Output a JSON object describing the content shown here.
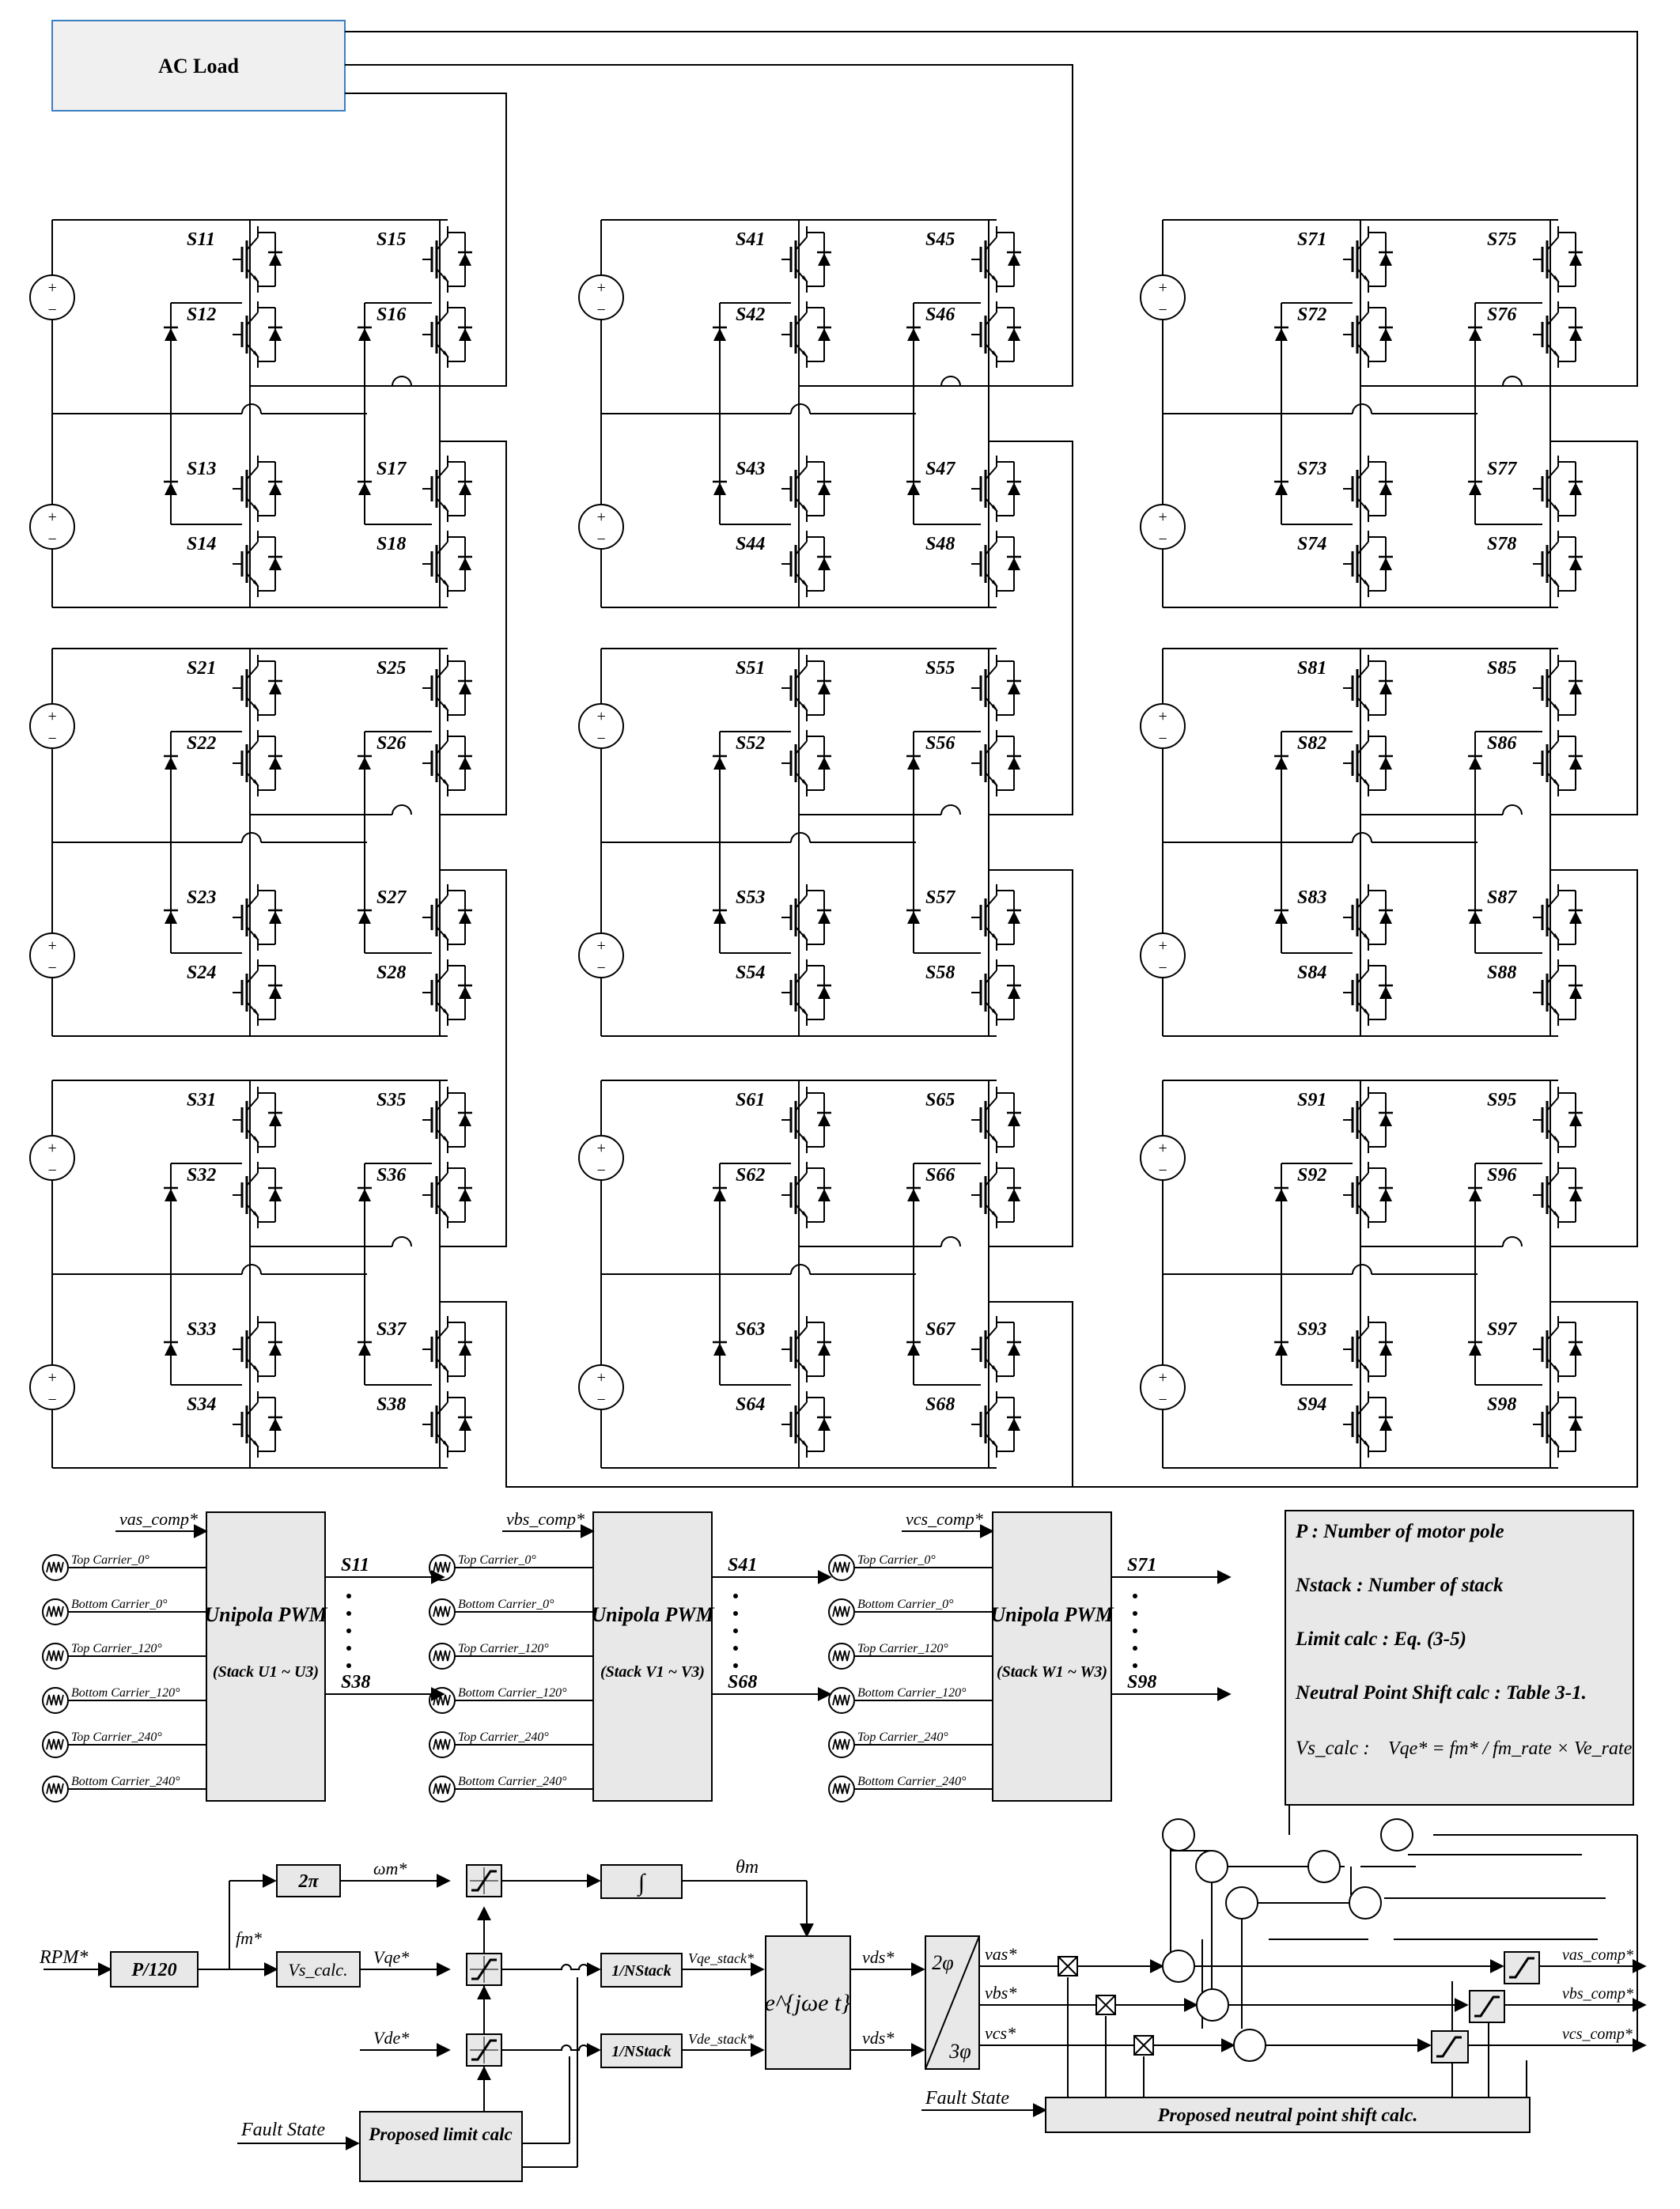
{
  "load_box": {
    "label": "AC Load"
  },
  "switch_labels": [
    [
      "S11",
      "S12",
      "S13",
      "S14",
      "S15",
      "S16",
      "S17",
      "S18"
    ],
    [
      "S21",
      "S22",
      "S23",
      "S24",
      "S25",
      "S26",
      "S27",
      "S28"
    ],
    [
      "S31",
      "S32",
      "S33",
      "S34",
      "S35",
      "S36",
      "S37",
      "S38"
    ],
    [
      "S41",
      "S42",
      "S43",
      "S44",
      "S45",
      "S46",
      "S47",
      "S48"
    ],
    [
      "S51",
      "S52",
      "S53",
      "S54",
      "S55",
      "S56",
      "S57",
      "S58"
    ],
    [
      "S61",
      "S62",
      "S63",
      "S64",
      "S65",
      "S66",
      "S67",
      "S68"
    ],
    [
      "S71",
      "S72",
      "S73",
      "S74",
      "S75",
      "S76",
      "S77",
      "S78"
    ],
    [
      "S81",
      "S82",
      "S83",
      "S84",
      "S85",
      "S86",
      "S87",
      "S88"
    ],
    [
      "S91",
      "S92",
      "S93",
      "S94",
      "S95",
      "S96",
      "S97",
      "S98"
    ]
  ],
  "source_symbols": {
    "plus": "+",
    "minus": "−"
  },
  "pwm_blocks": [
    {
      "ref": "vas_comp*",
      "title": "Unipola PWM",
      "stacks": "(Stack U1 ~ U3)",
      "out_first": "S11",
      "out_last": "S38",
      "carriers": [
        "Top Carrier_0°",
        "Bottom Carrier_0°",
        "Top Carrier_120°",
        "Bottom Carrier_120°",
        "Top Carrier_240°",
        "Bottom Carrier_240°"
      ]
    },
    {
      "ref": "vbs_comp*",
      "title": "Unipola PWM",
      "stacks": "(Stack V1 ~ V3)",
      "out_first": "S41",
      "out_last": "S68",
      "carriers": [
        "Top Carrier_0°",
        "Bottom Carrier_0°",
        "Top Carrier_120°",
        "Bottom Carrier_120°",
        "Top Carrier_240°",
        "Bottom Carrier_240°"
      ]
    },
    {
      "ref": "vcs_comp*",
      "title": "Unipola PWM",
      "stacks": "(Stack W1 ~ W3)",
      "out_first": "S71",
      "out_last": "S98",
      "carriers": [
        "Top Carrier_0°",
        "Bottom Carrier_0°",
        "Top Carrier_120°",
        "Bottom Carrier_120°",
        "Top Carrier_240°",
        "Bottom Carrier_240°"
      ]
    }
  ],
  "legend": {
    "line1": "P : Number of motor pole",
    "line2": "Nstack : Number of stack",
    "line3": "Limit calc : Eq. (3-5)",
    "line4": "Neutral Point Shift calc : Table 3-1.",
    "line5_lhs": "Vs_calc :",
    "line5_formula": "Vqe* = fm* / fm_rate × Ve_rate"
  },
  "control": {
    "rpm": "RPM*",
    "p120": "P/120",
    "two_pi": "2π",
    "vs_calc": "Vs_calc.",
    "omega": "ωm*",
    "fm": "fm*",
    "vqe": "Vqe*",
    "vde": "Vde*",
    "integrator": "∫",
    "theta": "θm",
    "nstack": "1/NStack",
    "vqe_stack": "Vqe_stack*",
    "vde_stack": "Vde_stack*",
    "rotation": "e^{jωe t}",
    "vds1": "vds*",
    "vds2": "vds*",
    "two_phi": "2φ",
    "three_phi": "3φ",
    "vas": "vas*",
    "vbs": "vbs*",
    "vcs": "vcs*",
    "fault_state_1": "Fault State",
    "fault_state_2": "Fault State",
    "limit_calc": "Proposed limit calc",
    "nps_calc": "Proposed neutral point shift calc.",
    "vas_comp": "vas_comp*",
    "vbs_comp": "vbs_comp*",
    "vcs_comp": "vcs_comp*"
  }
}
